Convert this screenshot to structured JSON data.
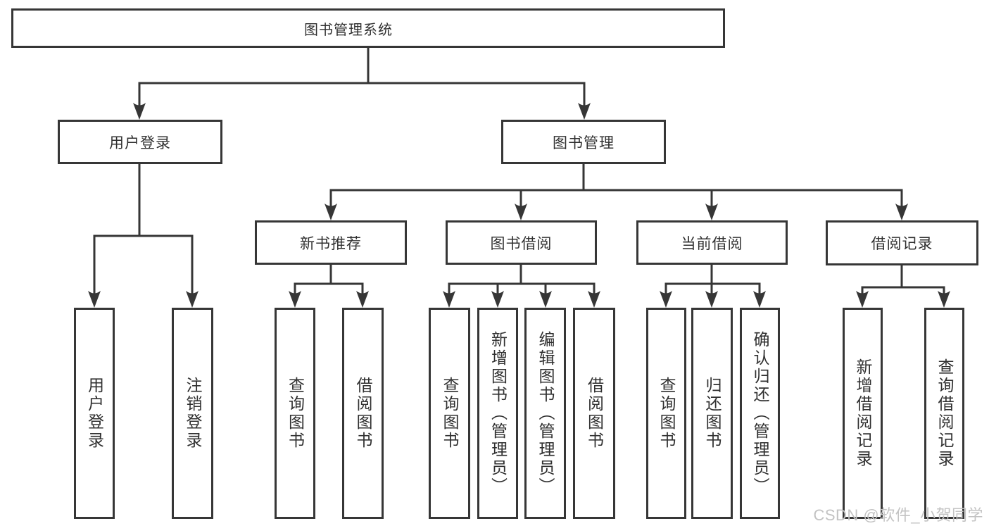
{
  "diagram": {
    "root": "图书管理系统",
    "user_login": {
      "label": "用户登录",
      "children": [
        "用户登录",
        "注销登录"
      ]
    },
    "book_management": {
      "label": "图书管理",
      "sections": {
        "new_book_recommend": {
          "label": "新书推荐",
          "children": [
            "查询图书",
            "借阅图书"
          ]
        },
        "book_borrow": {
          "label": "图书借阅",
          "children": [
            "查询图书",
            "新增图书（管理员）",
            "编辑图书（管理员）",
            "借阅图书"
          ]
        },
        "current_borrow": {
          "label": "当前借阅",
          "children": [
            "查询图书",
            "归还图书",
            "确认归还（管理员）"
          ]
        },
        "borrow_records": {
          "label": "借阅记录",
          "children": [
            "新增借阅记录",
            "查询借阅记录"
          ]
        }
      }
    }
  },
  "watermark": "CSDN @软件_小贺同学",
  "colors": {
    "line": "#363636",
    "text": "#303030",
    "watermark": "#c3c3c3",
    "background": "#ffffff"
  }
}
